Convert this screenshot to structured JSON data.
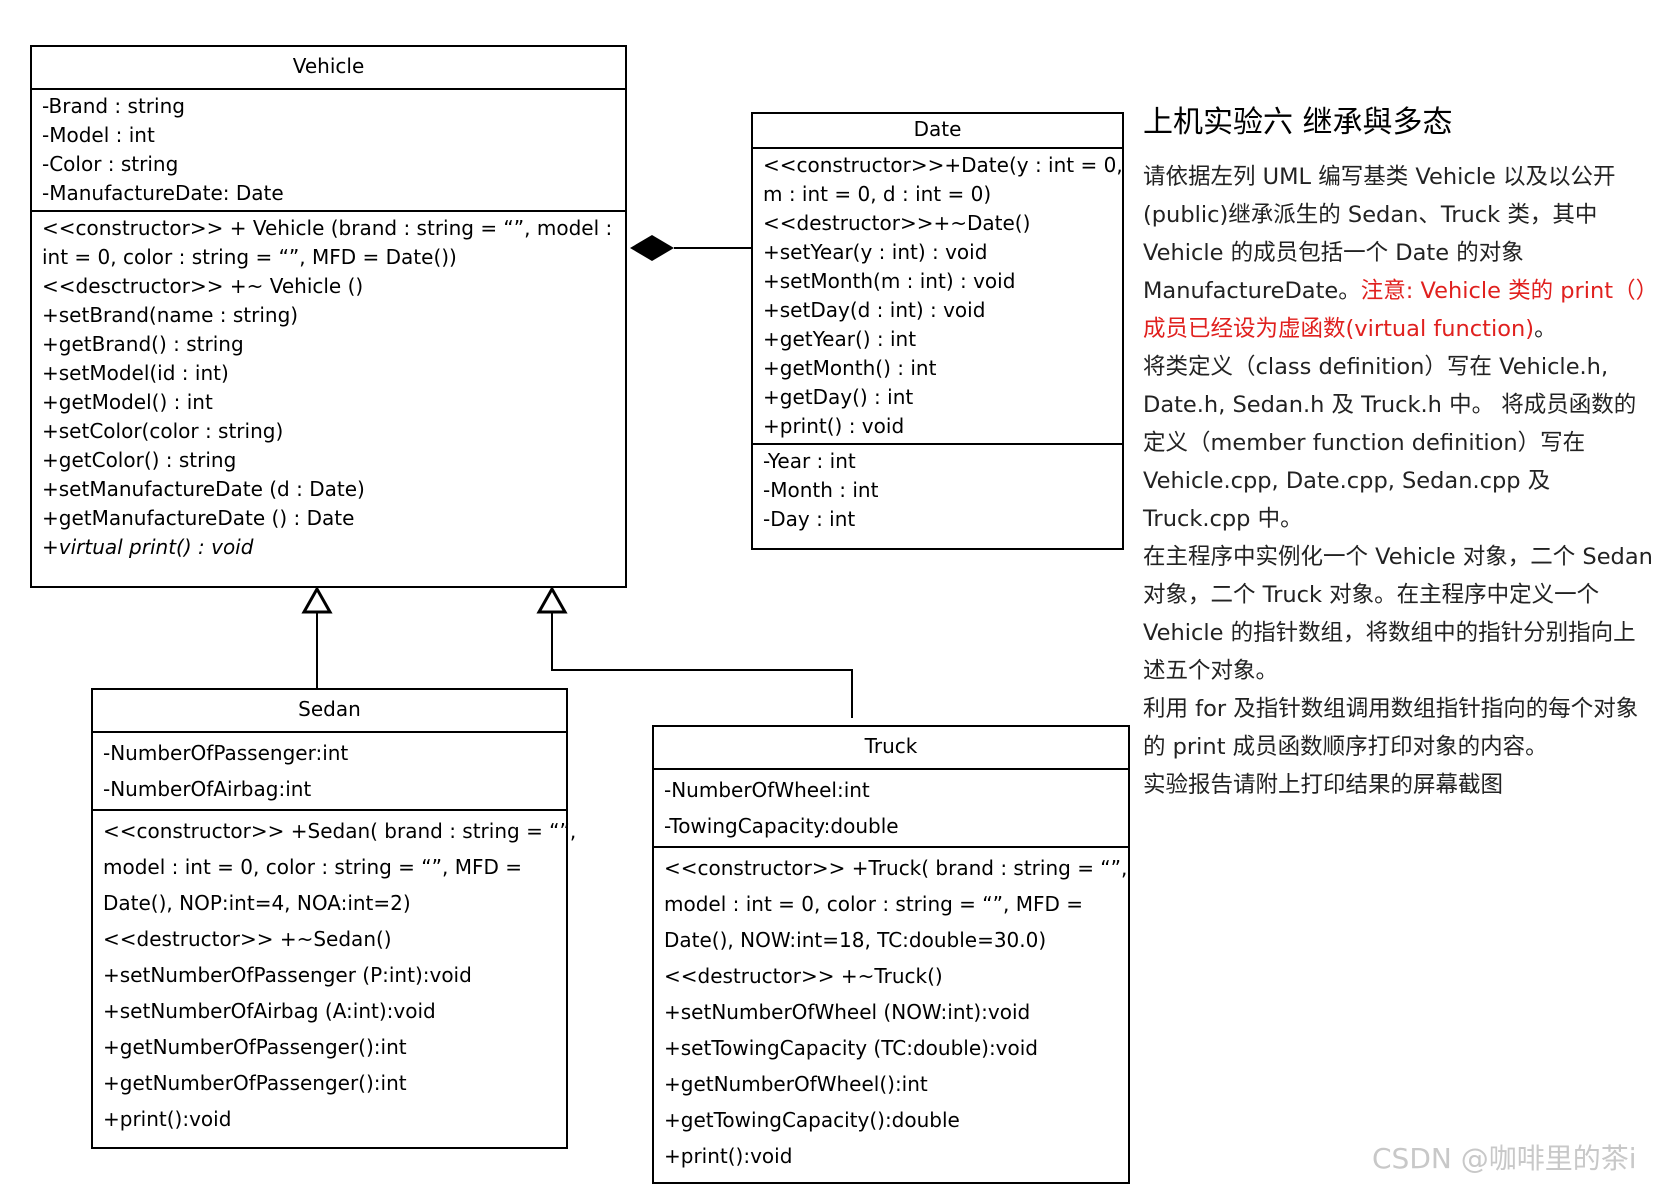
{
  "vehicle": {
    "name": "Vehicle",
    "attributes": [
      "-Brand : string",
      "-Model : int",
      "-Color : string",
      "-ManufactureDate: Date"
    ],
    "methods": [
      "<<constructor>> + Vehicle (brand : string = “”, model :",
      "int = 0, color : string = “”, MFD = Date())",
      "<<desctructor>> +~ Vehicle ()",
      "+setBrand(name : string)",
      "+getBrand() : string",
      "+setModel(id : int)",
      "+getModel() : int",
      "+setColor(color : string)",
      "+getColor() : string",
      "+setManufactureDate (d : Date)",
      "+getManufactureDate () : Date"
    ],
    "virtual_method": "+virtual print() : void"
  },
  "date": {
    "name": "Date",
    "methods": [
      "<<constructor>>+Date(y : int = 0,",
      "m : int = 0, d : int = 0)",
      "<<destructor>>+~Date()",
      "+setYear(y : int) : void",
      "+setMonth(m : int) : void",
      "+setDay(d : int) : void",
      "+getYear() : int",
      "+getMonth() : int",
      "+getDay() : int",
      "+print() : void"
    ],
    "attributes": [
      "-Year : int",
      "-Month : int",
      "-Day : int"
    ]
  },
  "sedan": {
    "name": "Sedan",
    "attributes": [
      "-NumberOfPassenger:int",
      "-NumberOfAirbag:int"
    ],
    "methods": [
      "<<constructor>> +Sedan( brand : string = “”,",
      "model : int = 0, color : string = “”, MFD =",
      "Date(), NOP:int=4, NOA:int=2)",
      "<<destructor>> +~Sedan()",
      "+setNumberOfPassenger (P:int):void",
      "+setNumberOfAirbag (A:int):void",
      "+getNumberOfPassenger():int",
      "+getNumberOfPassenger():int",
      "+print():void"
    ]
  },
  "truck": {
    "name": "Truck",
    "attributes": [
      "-NumberOfWheel:int",
      "-TowingCapacity:double"
    ],
    "methods": [
      "<<constructor>> +Truck( brand : string = “”,",
      "model : int = 0, color : string = “”, MFD =",
      "Date(), NOW:int=18, TC:double=30.0)",
      "<<destructor>> +~Truck()",
      "+setNumberOfWheel (NOW:int):void",
      "+setTowingCapacity (TC:double):void",
      "+getNumberOfWheel():int",
      "+getTowingCapacity():double",
      "+print():void"
    ]
  },
  "description": {
    "heading": "上机实验六  继承與多态",
    "p1_a": "请依据左列 UML 编写基类 Vehicle 以及以公开(public)继承派生的  Sedan、Truck  类，其中 Vehicle 的成员包括一个 Date 的对象 ManufactureDate。",
    "p1_red": "注意: Vehicle 类的 print（）成员已经设为虚函数(virtual function)",
    "p1_b": "。",
    "p2": "将类定义（class definition）写在 Vehicle.h, Date.h, Sedan.h 及 Truck.h 中。  将成员函数的定义（member function definition）写在 Vehicle.cpp, Date.cpp, Sedan.cpp 及 Truck.cpp 中。",
    "p3": "在主程序中实例化一个 Vehicle 对象，二个 Sedan 对象，二个 Truck 对象。在主程序中定义一个 Vehicle 的指针数组，将数组中的指针分别指向上述五个对象。",
    "p4": "利用 for 及指针数组调用数组指针指向的每个对象的 print 成员函数顺序打印对象的内容。",
    "p5": "实验报告请附上打印结果的屏幕截图"
  },
  "watermark": "CSDN @咖啡里的茶i"
}
